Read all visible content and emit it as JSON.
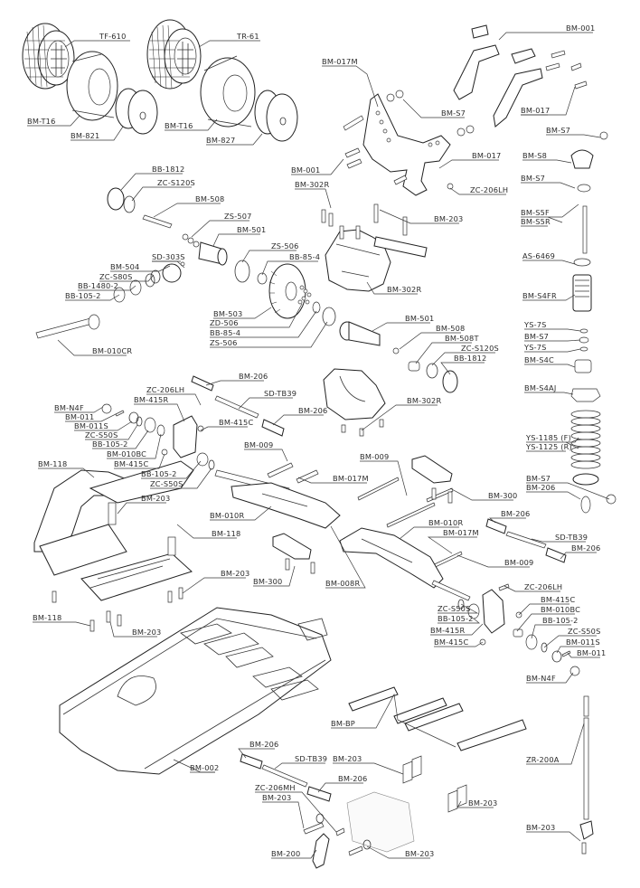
{
  "diagram": {
    "title": "RC car exploded parts diagram",
    "labels": [
      {
        "id": "tf610",
        "text": "TF-610"
      },
      {
        "id": "tr61",
        "text": "TR-61"
      },
      {
        "id": "bmt16-a",
        "text": "BM-T16"
      },
      {
        "id": "bm821",
        "text": "BM-821"
      },
      {
        "id": "bmt16-b",
        "text": "BM-T16"
      },
      {
        "id": "bm827",
        "text": "BM-827"
      },
      {
        "id": "bm001-top",
        "text": "BM-001"
      },
      {
        "id": "bm017m-top",
        "text": "BM-017M"
      },
      {
        "id": "bms7-top",
        "text": "BM-S7"
      },
      {
        "id": "bm017-right",
        "text": "BM-017"
      },
      {
        "id": "bms7-shock1",
        "text": "BM-S7"
      },
      {
        "id": "bm001-mid",
        "text": "BM-001"
      },
      {
        "id": "bm017-mid",
        "text": "BM-017"
      },
      {
        "id": "bms8",
        "text": "BM-S8"
      },
      {
        "id": "bm302r-top",
        "text": "BM-302R"
      },
      {
        "id": "zc206lh-top",
        "text": "ZC-206LH"
      },
      {
        "id": "bms7-shock2",
        "text": "BM-S7"
      },
      {
        "id": "bb1812-a",
        "text": "BB-1812"
      },
      {
        "id": "zcs120s-a",
        "text": "ZC-S120S"
      },
      {
        "id": "bm508-a",
        "text": "BM-508"
      },
      {
        "id": "bm203-top",
        "text": "BM-203"
      },
      {
        "id": "bms5f",
        "text": "BM-S5F"
      },
      {
        "id": "bms5r",
        "text": "BM-S5R"
      },
      {
        "id": "zs507",
        "text": "ZS-507"
      },
      {
        "id": "bm501-a",
        "text": "BM-501"
      },
      {
        "id": "as6469",
        "text": "AS-6469"
      },
      {
        "id": "sd303s",
        "text": "SD-303S"
      },
      {
        "id": "zs506-a",
        "text": "ZS-506"
      },
      {
        "id": "bm504",
        "text": "BM-504"
      },
      {
        "id": "bb854-a",
        "text": "BB-85-4"
      },
      {
        "id": "zcs80s",
        "text": "ZC-S80S"
      },
      {
        "id": "bb14802",
        "text": "BB-1480-2"
      },
      {
        "id": "bb1052-a",
        "text": "BB-105-2"
      },
      {
        "id": "bm302r-mid",
        "text": "BM-302R"
      },
      {
        "id": "bms4fr",
        "text": "BM-S4FR"
      },
      {
        "id": "bm503",
        "text": "BM-503"
      },
      {
        "id": "zd506",
        "text": "ZD-506"
      },
      {
        "id": "bb854-b",
        "text": "BB-85-4"
      },
      {
        "id": "zs506-b",
        "text": "ZS-506"
      },
      {
        "id": "bm501-b",
        "text": "BM-501"
      },
      {
        "id": "ys7s-a",
        "text": "YS-7S"
      },
      {
        "id": "bm508-b",
        "text": "BM-508"
      },
      {
        "id": "bms7-shock3",
        "text": "BM-S7"
      },
      {
        "id": "bm508t",
        "text": "BM-508T"
      },
      {
        "id": "ys7s-b",
        "text": "YS-7S"
      },
      {
        "id": "bm010cr",
        "text": "BM-010CR"
      },
      {
        "id": "zcs120s-b",
        "text": "ZC-S120S"
      },
      {
        "id": "bms4c",
        "text": "BM-S4C"
      },
      {
        "id": "bb1812-b",
        "text": "BB-1812"
      },
      {
        "id": "bm206-a",
        "text": "BM-206"
      },
      {
        "id": "bms4aj",
        "text": "BM-S4AJ"
      },
      {
        "id": "zc206lh-l",
        "text": "ZC-206LH"
      },
      {
        "id": "bm415r-l",
        "text": "BM-415R"
      },
      {
        "id": "sdtb39-a",
        "text": "SD-TB39"
      },
      {
        "id": "bmn4f-l",
        "text": "BM-N4F"
      },
      {
        "id": "bm302r-low",
        "text": "BM-302R"
      },
      {
        "id": "bm011-l",
        "text": "BM-011"
      },
      {
        "id": "bm011s-l",
        "text": "BM-011S"
      },
      {
        "id": "bm206-b",
        "text": "BM-206"
      },
      {
        "id": "zcs50s-a",
        "text": "ZC-S50S"
      },
      {
        "id": "bm415c-a",
        "text": "BM-415C"
      },
      {
        "id": "ys1185",
        "text": "YS-1185 (F)"
      },
      {
        "id": "ys1125",
        "text": "YS-1125 (R)"
      },
      {
        "id": "bb1052-b",
        "text": "BB-105-2"
      },
      {
        "id": "bm010bc-l",
        "text": "BM-010BC"
      },
      {
        "id": "bm415c-b",
        "text": "BM-415C"
      },
      {
        "id": "bm009-a",
        "text": "BM-009"
      },
      {
        "id": "bm009-b",
        "text": "BM-009"
      },
      {
        "id": "bm118-a",
        "text": "BM-118"
      },
      {
        "id": "bb1052-c",
        "text": "BB-105-2"
      },
      {
        "id": "zcs50s-b",
        "text": "ZC-S50S"
      },
      {
        "id": "bm017m-mid",
        "text": "BM-017M"
      },
      {
        "id": "bms7-shock4",
        "text": "BM-S7"
      },
      {
        "id": "bm300-r",
        "text": "BM-300"
      },
      {
        "id": "bm206-c",
        "text": "BM-206"
      },
      {
        "id": "bm203-mid",
        "text": "BM-203"
      },
      {
        "id": "bm010r-l",
        "text": "BM-010R"
      },
      {
        "id": "bm206-d",
        "text": "BM-206"
      },
      {
        "id": "bm010r-r",
        "text": "BM-010R"
      },
      {
        "id": "bm118-b",
        "text": "BM-118"
      },
      {
        "id": "bm017m-r",
        "text": "BM-017M"
      },
      {
        "id": "sdtb39-b",
        "text": "SD-TB39"
      },
      {
        "id": "bm009-c",
        "text": "BM-009"
      },
      {
        "id": "bm206-e",
        "text": "BM-206"
      },
      {
        "id": "bm203-left",
        "text": "BM-203"
      },
      {
        "id": "bm300-l",
        "text": "BM-300"
      },
      {
        "id": "bm008r",
        "text": "BM-008R"
      },
      {
        "id": "zc206lh-r",
        "text": "ZC-206LH"
      },
      {
        "id": "zcs50s-c",
        "text": "ZC-S50S"
      },
      {
        "id": "bm415c-c",
        "text": "BM-415C"
      },
      {
        "id": "bm118-c",
        "text": "BM-118"
      },
      {
        "id": "bb1052-d",
        "text": "BB-105-2"
      },
      {
        "id": "bm010bc-r",
        "text": "BM-010BC"
      },
      {
        "id": "bm203-low",
        "text": "BM-203"
      },
      {
        "id": "bm415r-r",
        "text": "BM-415R"
      },
      {
        "id": "bb1052-e",
        "text": "BB-105-2"
      },
      {
        "id": "bm415c-d",
        "text": "BM-415C"
      },
      {
        "id": "zcs50s-d",
        "text": "ZC-S50S"
      },
      {
        "id": "bm011s-r",
        "text": "BM-011S"
      },
      {
        "id": "bm011-r",
        "text": "BM-011"
      },
      {
        "id": "bmn4f-r",
        "text": "BM-N4F"
      },
      {
        "id": "bmbp",
        "text": "BM-BP"
      },
      {
        "id": "bm002",
        "text": "BM-002"
      },
      {
        "id": "bm206-f",
        "text": "BM-206"
      },
      {
        "id": "zr200a",
        "text": "ZR-200A"
      },
      {
        "id": "sdtb39-c",
        "text": "SD-TB39"
      },
      {
        "id": "bm203-servo1",
        "text": "BM-203"
      },
      {
        "id": "bm206-g",
        "text": "BM-206"
      },
      {
        "id": "zc206mh",
        "text": "ZC-206MH"
      },
      {
        "id": "bm203-servo2",
        "text": "BM-203"
      },
      {
        "id": "bm203-mount",
        "text": "BM-203"
      },
      {
        "id": "bm203-post",
        "text": "BM-203"
      },
      {
        "id": "bm200",
        "text": "BM-200"
      },
      {
        "id": "bm203-servo3",
        "text": "BM-203"
      }
    ]
  }
}
